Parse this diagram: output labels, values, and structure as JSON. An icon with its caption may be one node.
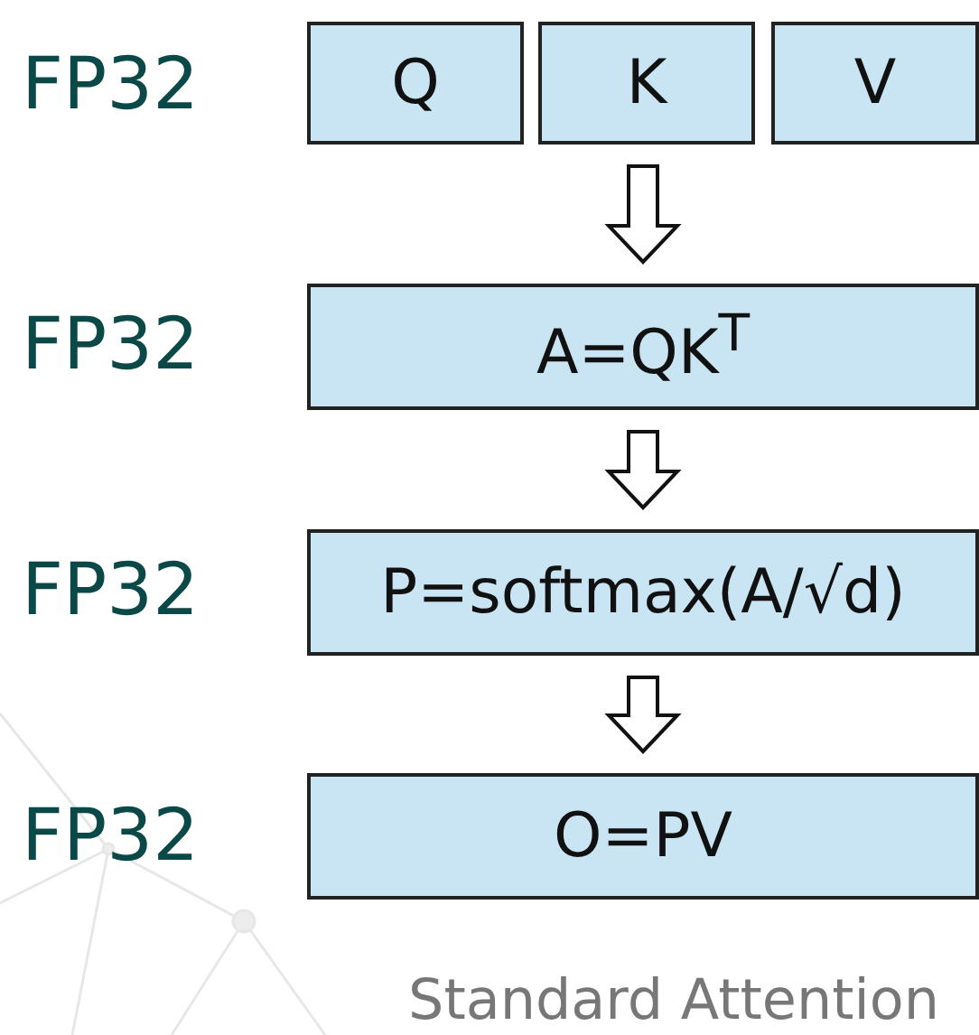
{
  "diagram": {
    "caption": "Standard Attention",
    "nodes": [
      {
        "text": [
          "Q"
        ]
      },
      {
        "text": [
          "K"
        ]
      },
      {
        "text": [
          "V"
        ]
      },
      {
        "text": [
          "A=QK$^{T}$"
        ]
      },
      {
        "text": [
          "P=softmax(A/√d)"
        ]
      },
      {
        "text": [
          "O=PV"
        ]
      }
    ],
    "edges": [
      {
        "from": 1,
        "to": 3,
        "arrow": "to"
      },
      {
        "from": 3,
        "to": 4,
        "arrow": "to"
      },
      {
        "from": 4,
        "to": 5,
        "arrow": "to"
      }
    ],
    "labels": [
      "FP32",
      "FP32",
      "FP32",
      "FP32"
    ]
  }
}
